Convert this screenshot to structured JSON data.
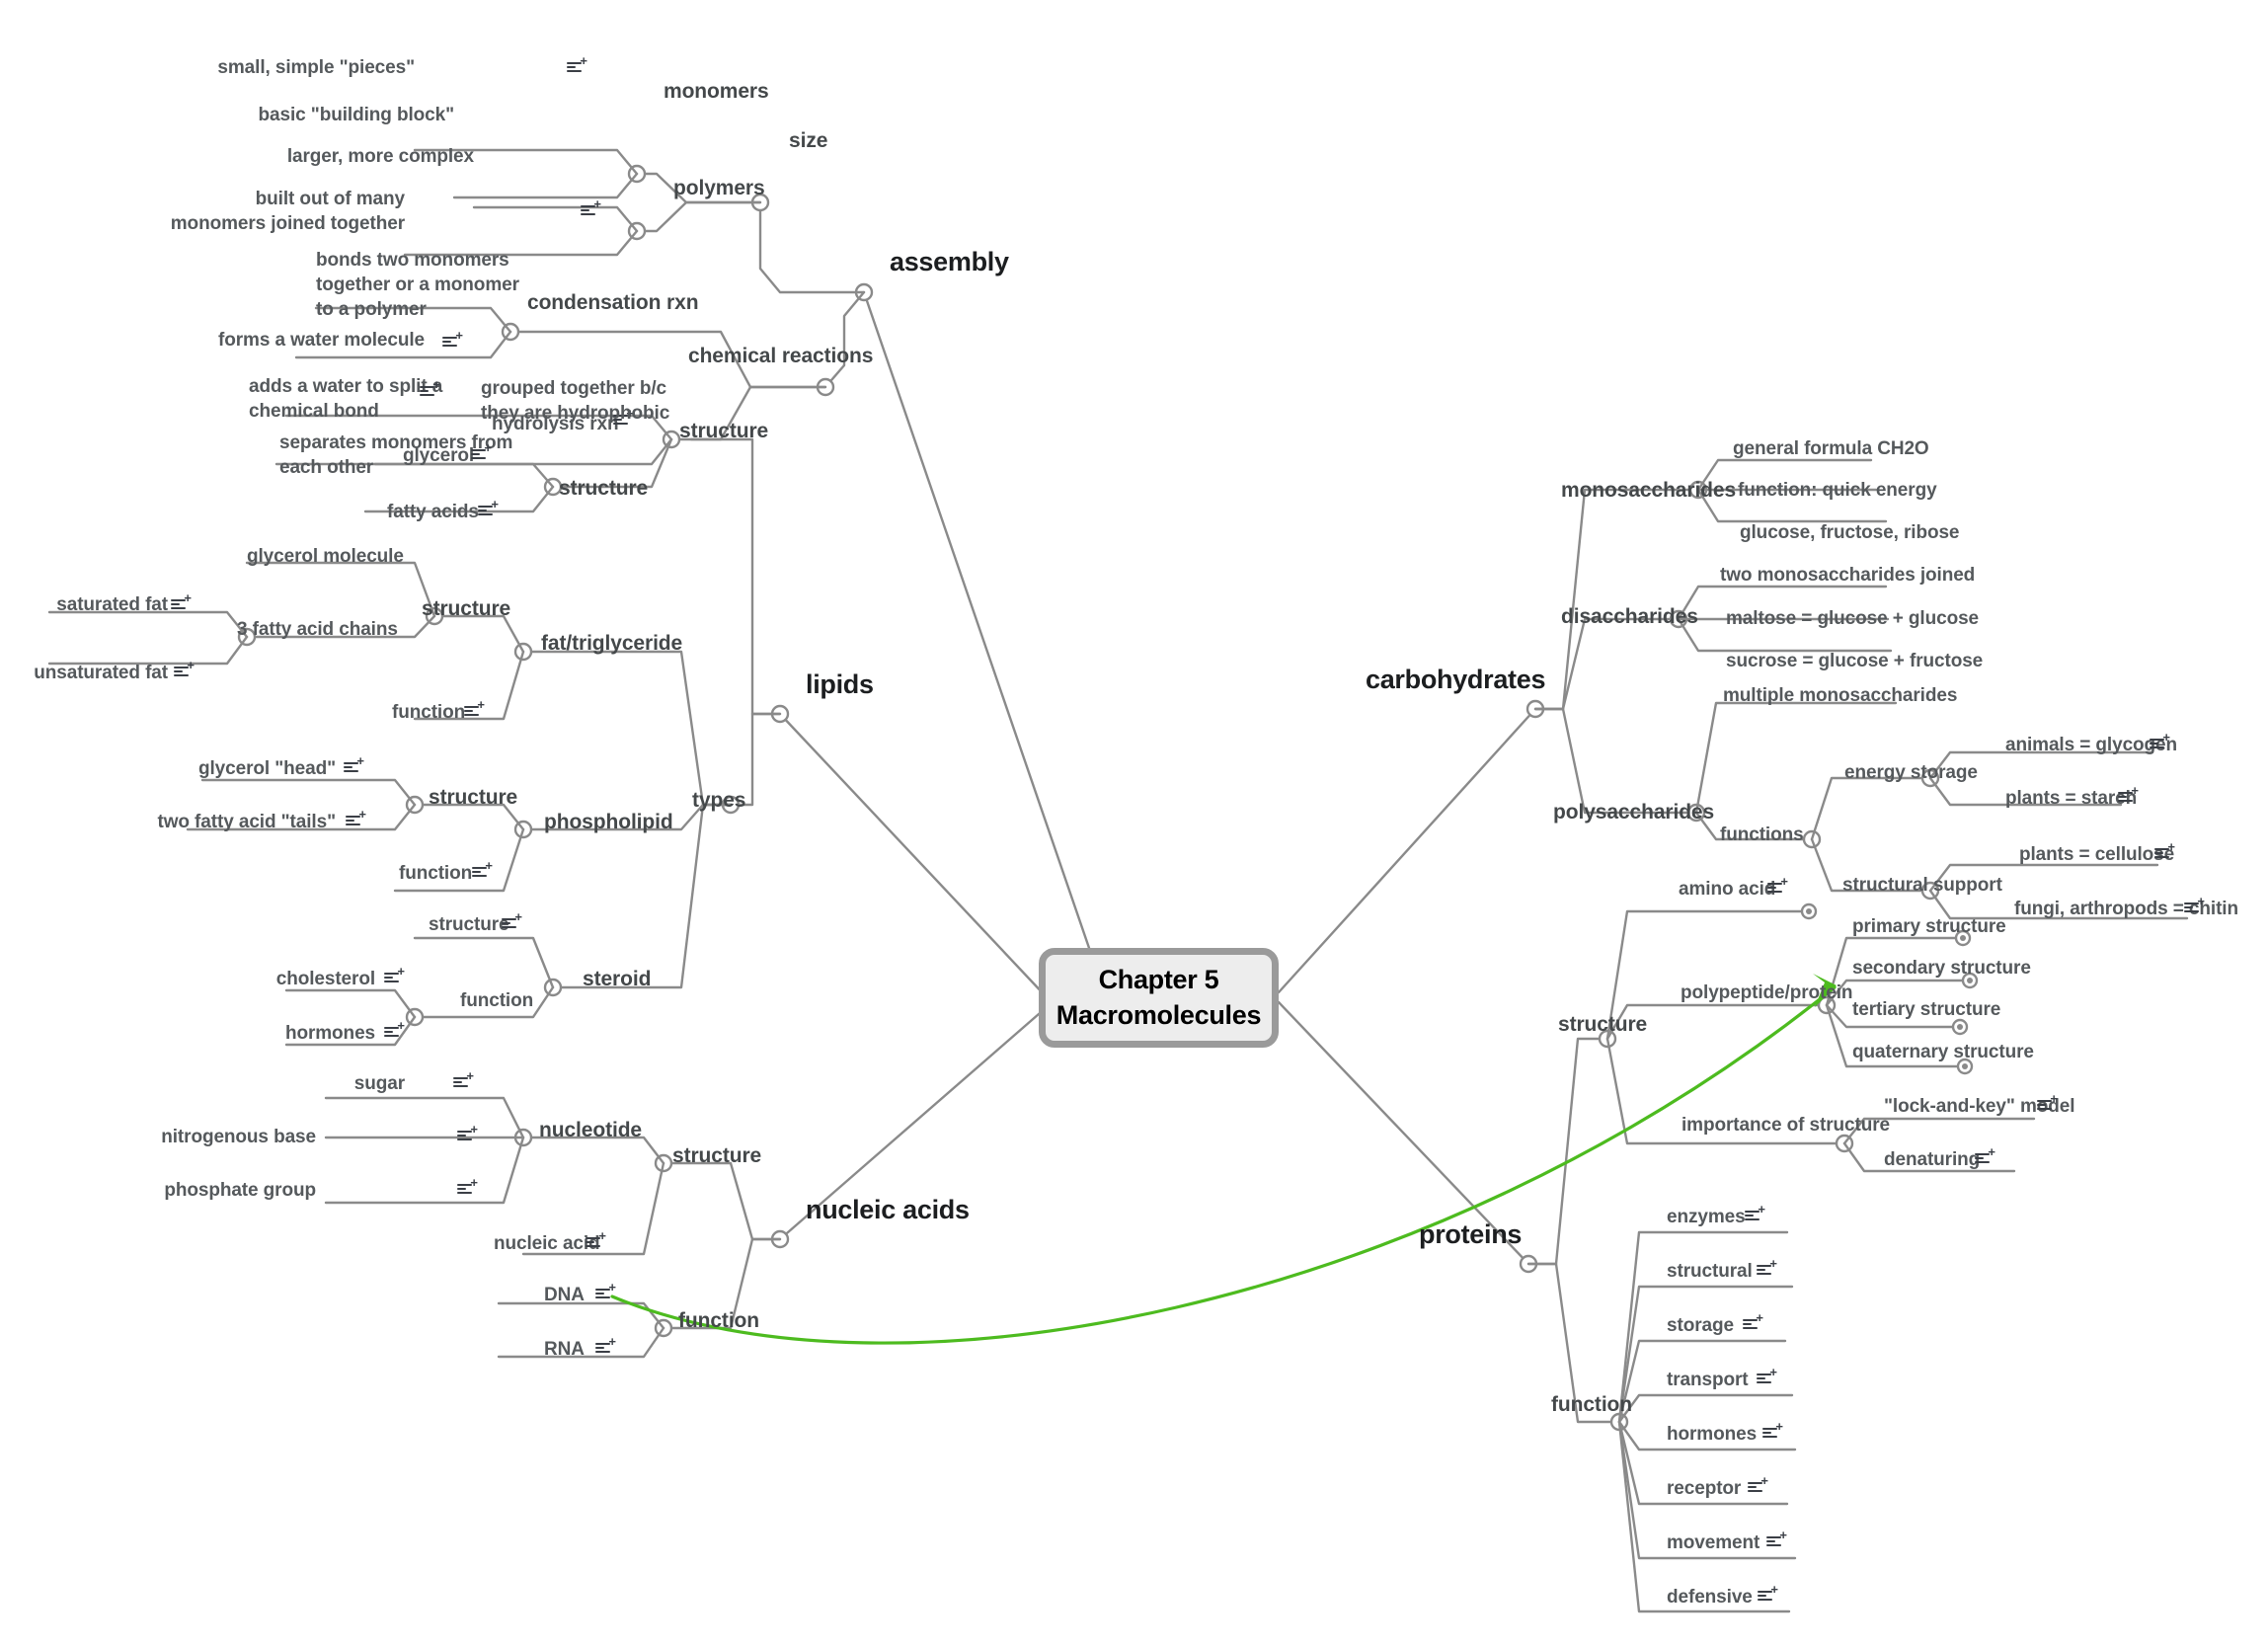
{
  "root": {
    "title_line1": "Chapter 5",
    "title_line2": "Macromolecules"
  },
  "colors": {
    "wire": "#8a8a8a",
    "text": "#55595c",
    "root_fill": "#ededed",
    "root_border": "#9a9a9a",
    "relationship_arrow": "#4dbb1f"
  },
  "main_branches": [
    {
      "label": "assembly"
    },
    {
      "label": "lipids"
    },
    {
      "label": "nucleic acids"
    },
    {
      "label": "carbohydrates"
    },
    {
      "label": "proteins"
    }
  ],
  "assembly": {
    "label": "assembly",
    "size": {
      "label": "size",
      "monomers": {
        "label": "monomers",
        "children": [
          "small, simple \"pieces\"",
          "basic \"building block\""
        ]
      },
      "polymers": {
        "label": "polymers",
        "children": [
          "larger, more complex",
          "built out of many\nmonomers joined together"
        ]
      }
    },
    "chemical_reactions": {
      "label": "chemical reactions",
      "condensation": {
        "label": "condensation rxn",
        "children": [
          "bonds two monomers\ntogether or a monomer\nto a polymer",
          "forms a water molecule"
        ]
      },
      "hydrolysis": {
        "label": "hydrolysis rxn",
        "children": [
          "adds a water to split a\nchemical bond",
          "separates monomers from\neach other"
        ]
      }
    }
  },
  "lipids": {
    "label": "lipids",
    "structure": {
      "label": "structure",
      "glycerol": {
        "label": "glycerol"
      },
      "fatty_acids": {
        "label": "fatty acids"
      },
      "note": "grouped together b/c\nthey are hydrophobic"
    },
    "types": {
      "label": "types",
      "items": [
        {
          "label": "fat/triglyceride",
          "structure_label": "structure",
          "function_label": "function",
          "structure_children": [
            "glycerol molecule",
            "3 fatty acid chains"
          ],
          "sub_children": [
            "saturated fat",
            "unsaturated fat"
          ]
        },
        {
          "label": "phospholipid",
          "structure_label": "structure",
          "function_label": "function",
          "structure_children": [
            "glycerol \"head\"",
            "two fatty acid \"tails\""
          ]
        },
        {
          "label": "steroid",
          "structure_label": "structure",
          "function_label": "function",
          "function_children": [
            "cholesterol",
            "hormones"
          ]
        }
      ]
    }
  },
  "nucleic_acids": {
    "label": "nucleic acids",
    "structure": {
      "label": "structure",
      "nucleotide": {
        "label": "nucleotide",
        "children": [
          "sugar",
          "nitrogenous base",
          "phosphate group"
        ]
      },
      "nucleic_acid": {
        "label": "nucleic acid"
      }
    },
    "function": {
      "label": "function",
      "children": [
        "DNA",
        "RNA"
      ]
    }
  },
  "carbohydrates": {
    "label": "carbohydrates",
    "monosaccharides": {
      "label": "monosaccharides",
      "children": [
        "general formula CH2O",
        "function: quick energy",
        "glucose, fructose, ribose"
      ]
    },
    "disaccharides": {
      "label": "disaccharides",
      "children": [
        "two monosaccharides joined",
        "maltose = glucose + glucose",
        "sucrose = glucose + fructose"
      ]
    },
    "polysaccharides": {
      "label": "polysaccharides",
      "overview": "multiple monosaccharides",
      "functions": {
        "label": "functions",
        "energy_storage": {
          "label": "energy storage",
          "children": [
            "animals = glycogen",
            "plants = starch"
          ]
        },
        "structural_support": {
          "label": "structural support",
          "children": [
            "plants = cellulose",
            "fungi, arthropods = chitin"
          ]
        }
      }
    }
  },
  "proteins": {
    "label": "proteins",
    "structure": {
      "label": "structure",
      "amino_acid": {
        "label": "amino acid"
      },
      "polypeptide": {
        "label": "polypeptide/protein",
        "children": [
          "primary structure",
          "secondary structure",
          "tertiary structure",
          "quaternary structure"
        ]
      },
      "importance": {
        "label": "importance of structure",
        "children": [
          "\"lock-and-key\" model",
          "denaturing"
        ]
      }
    },
    "function": {
      "label": "function",
      "children": [
        "enzymes",
        "structural",
        "storage",
        "transport",
        "hormones",
        "receptor",
        "movement",
        "defensive"
      ]
    }
  }
}
